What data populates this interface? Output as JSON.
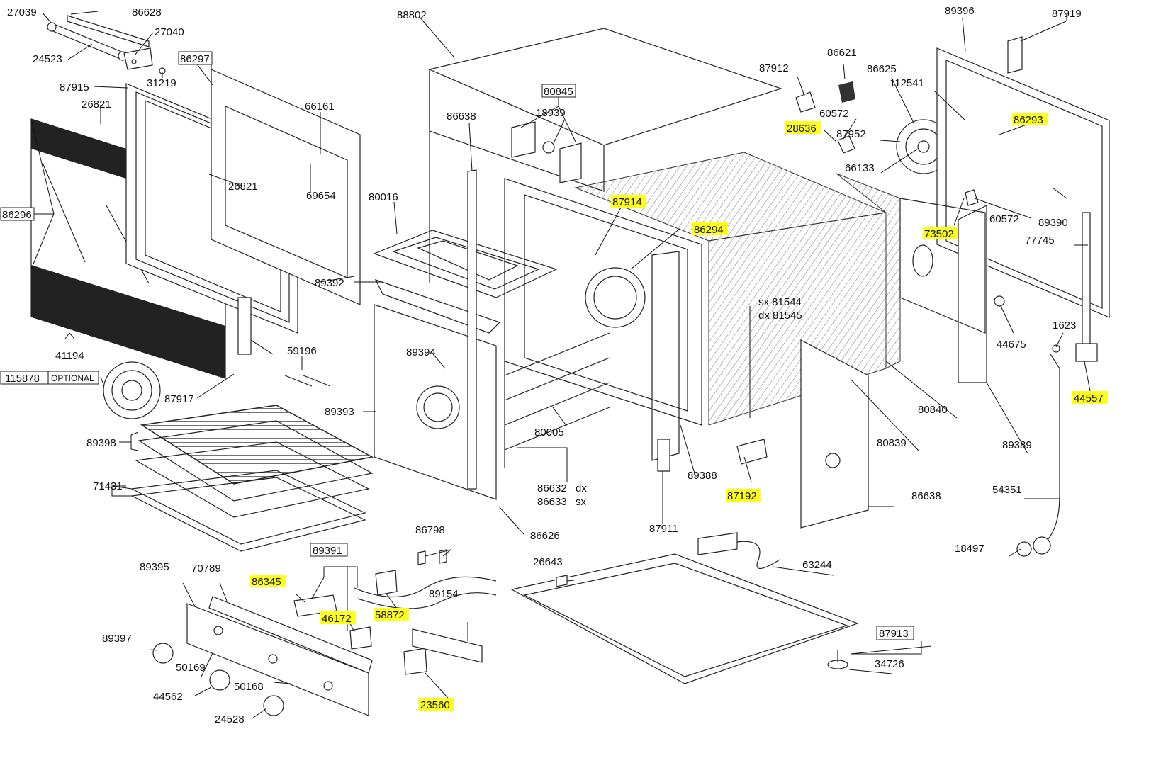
{
  "labels": {
    "l27039": "27039",
    "l86628": "86628",
    "l27040": "27040",
    "l24523": "24523",
    "l86297": "86297",
    "l31219": "31219",
    "l87915": "87915",
    "l26821a": "26821",
    "l66161": "66161",
    "l26821b": "26821",
    "l69654": "69654",
    "l86296": "86296",
    "l89392": "89392",
    "l41194": "41194",
    "l59196": "59196",
    "l115878": "115878",
    "optional": "OPTIONAL",
    "l87917": "87917",
    "l89398": "89398",
    "l71431": "71431",
    "l88802": "88802",
    "l80845": "80845",
    "l18939": "18939",
    "l86638a": "86638",
    "l80016": "80016",
    "l87914": "87914",
    "l86294": "86294",
    "l89394": "89394",
    "l89393": "89393",
    "l80005": "80005",
    "l86632": "86632",
    "dx": "dx",
    "l86633": "86633",
    "sx": "sx",
    "l86626": "86626",
    "l87911": "87911",
    "l89388": "89388",
    "sx81544": "sx 81544",
    "dx81545": "dx 81545",
    "l87192": "87192",
    "l87912": "87912",
    "l86621": "86621",
    "l86625": "86625",
    "l112541": "112541",
    "l60572a": "60572",
    "l28636": "28636",
    "l87952": "87952",
    "l66133": "66133",
    "l89396": "89396",
    "l87919": "87919",
    "l86293": "86293",
    "l60572b": "60572",
    "l89390": "89390",
    "l73502": "73502",
    "l77745": "77745",
    "l44675": "44675",
    "l1623": "1623",
    "l44557": "44557",
    "l80840": "80840",
    "l80839": "80839",
    "l89389": "89389",
    "l86638b": "86638",
    "l54351": "54351",
    "l18497": "18497",
    "l63244": "63244",
    "l87913": "87913",
    "l34726": "34726",
    "l26643": "26643",
    "l89395": "89395",
    "l70789": "70789",
    "l89391": "89391",
    "l86798": "86798",
    "l86345": "86345",
    "l46172": "46172",
    "l58872": "58872",
    "l89154": "89154",
    "l89397": "89397",
    "l50169": "50169",
    "l50168": "50168",
    "l44562": "44562",
    "l24528": "24528",
    "l23560": "23560"
  },
  "highlight_color": "#ffff1e",
  "highlighted_parts": [
    "87914",
    "86294",
    "28636",
    "86293",
    "73502",
    "44557",
    "87192",
    "86345",
    "46172",
    "58872",
    "23560"
  ]
}
